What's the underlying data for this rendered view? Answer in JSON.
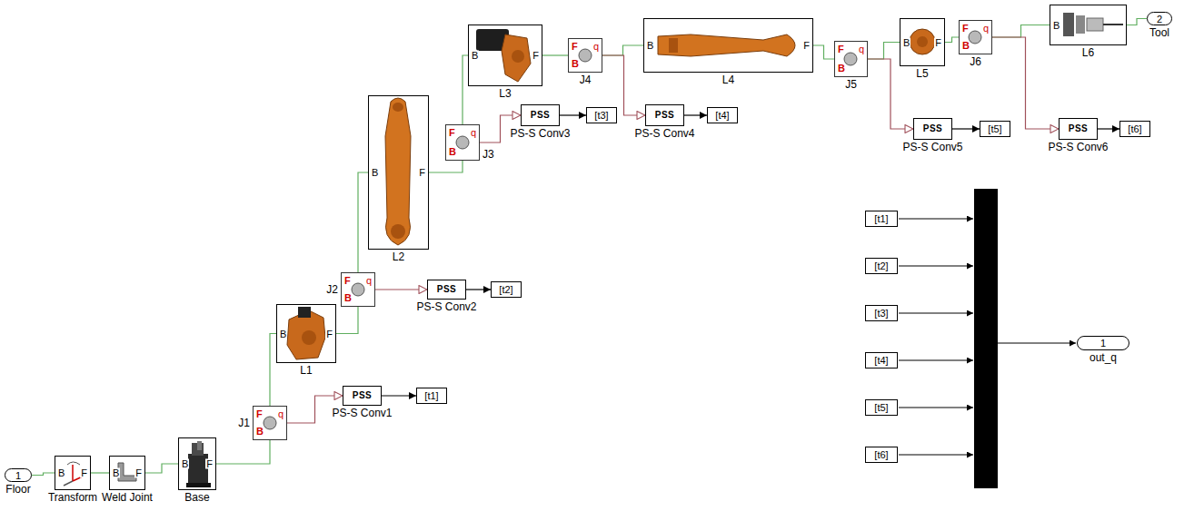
{
  "diagram": {
    "nodes": [
      {
        "text": [
          "1",
          "Floor"
        ]
      },
      {
        "text": [
          "B",
          "F",
          "Transform"
        ]
      },
      {
        "text": [
          "B",
          "F",
          "Weld Joint"
        ]
      },
      {
        "text": [
          "B",
          "F",
          "Base"
        ]
      },
      {
        "text": [
          "B",
          "F",
          "q",
          "J1"
        ]
      },
      {
        "text": [
          "PSS",
          "PS-S Conv1"
        ]
      },
      {
        "text": [
          "[t1]"
        ]
      },
      {
        "text": [
          "B",
          "F",
          "L1"
        ]
      },
      {
        "text": [
          "B",
          "F",
          "q",
          "J2"
        ]
      },
      {
        "text": [
          "PSS",
          "PS-S Conv2"
        ]
      },
      {
        "text": [
          "[t2]"
        ]
      },
      {
        "text": [
          "B",
          "F",
          "L2"
        ]
      },
      {
        "text": [
          "B",
          "F",
          "q",
          "J3"
        ]
      },
      {
        "text": [
          "PSS",
          "PS-S Conv3"
        ]
      },
      {
        "text": [
          "[t3]"
        ]
      },
      {
        "text": [
          "B",
          "F",
          "L3"
        ]
      },
      {
        "text": [
          "B",
          "F",
          "q",
          "J4"
        ]
      },
      {
        "text": [
          "PSS",
          "PS-S Conv4"
        ]
      },
      {
        "text": [
          "[t4]"
        ]
      },
      {
        "text": [
          "B",
          "F",
          "L4"
        ]
      },
      {
        "text": [
          "B",
          "F",
          "q",
          "J5"
        ]
      },
      {
        "text": [
          "PSS",
          "PS-S Conv5"
        ]
      },
      {
        "text": [
          "[t5]"
        ]
      },
      {
        "text": [
          "B",
          "F",
          "L5"
        ]
      },
      {
        "text": [
          "B",
          "F",
          "q",
          "J6"
        ]
      },
      {
        "text": [
          "PSS",
          "PS-S Conv6"
        ]
      },
      {
        "text": [
          "[t6]"
        ]
      },
      {
        "text": [
          "B",
          "L6"
        ]
      },
      {
        "text": [
          "2",
          "Tool"
        ]
      },
      {
        "text": [
          "[t1]"
        ]
      },
      {
        "text": [
          "[t2]"
        ]
      },
      {
        "text": [
          "[t3]"
        ]
      },
      {
        "text": [
          "[t4]"
        ]
      },
      {
        "text": [
          "[t5]"
        ]
      },
      {
        "text": [
          "[t6]"
        ]
      },
      {
        "text": [
          "1",
          "out_q"
        ]
      }
    ],
    "edges": [
      {
        "from": 0,
        "to": 1,
        "arrow": "none"
      },
      {
        "from": 1,
        "to": 2,
        "arrow": "none"
      },
      {
        "from": 2,
        "to": 3,
        "arrow": "none"
      },
      {
        "from": 3,
        "to": 4,
        "arrow": "none"
      },
      {
        "from": 4,
        "to": 7,
        "arrow": "none"
      },
      {
        "from": 7,
        "to": 8,
        "arrow": "none"
      },
      {
        "from": 8,
        "to": 11,
        "arrow": "none"
      },
      {
        "from": 11,
        "to": 12,
        "arrow": "none"
      },
      {
        "from": 12,
        "to": 15,
        "arrow": "none"
      },
      {
        "from": 15,
        "to": 16,
        "arrow": "none"
      },
      {
        "from": 16,
        "to": 19,
        "arrow": "none"
      },
      {
        "from": 19,
        "to": 20,
        "arrow": "none"
      },
      {
        "from": 20,
        "to": 23,
        "arrow": "none"
      },
      {
        "from": 23,
        "to": 24,
        "arrow": "none"
      },
      {
        "from": 24,
        "to": 27,
        "arrow": "none"
      },
      {
        "from": 27,
        "to": 28,
        "arrow": "none"
      },
      {
        "from": 4,
        "to": 5,
        "arrow": "to"
      },
      {
        "from": 8,
        "to": 9,
        "arrow": "to"
      },
      {
        "from": 12,
        "to": 13,
        "arrow": "to"
      },
      {
        "from": 16,
        "to": 17,
        "arrow": "to"
      },
      {
        "from": 20,
        "to": 21,
        "arrow": "to"
      },
      {
        "from": 24,
        "to": 25,
        "arrow": "to"
      },
      {
        "from": 5,
        "to": 6,
        "arrow": "to"
      },
      {
        "from": 9,
        "to": 10,
        "arrow": "to"
      },
      {
        "from": 13,
        "to": 14,
        "arrow": "to"
      },
      {
        "from": 17,
        "to": 18,
        "arrow": "to"
      },
      {
        "from": 21,
        "to": 22,
        "arrow": "to"
      },
      {
        "from": 25,
        "to": 26,
        "arrow": "to"
      }
    ]
  }
}
